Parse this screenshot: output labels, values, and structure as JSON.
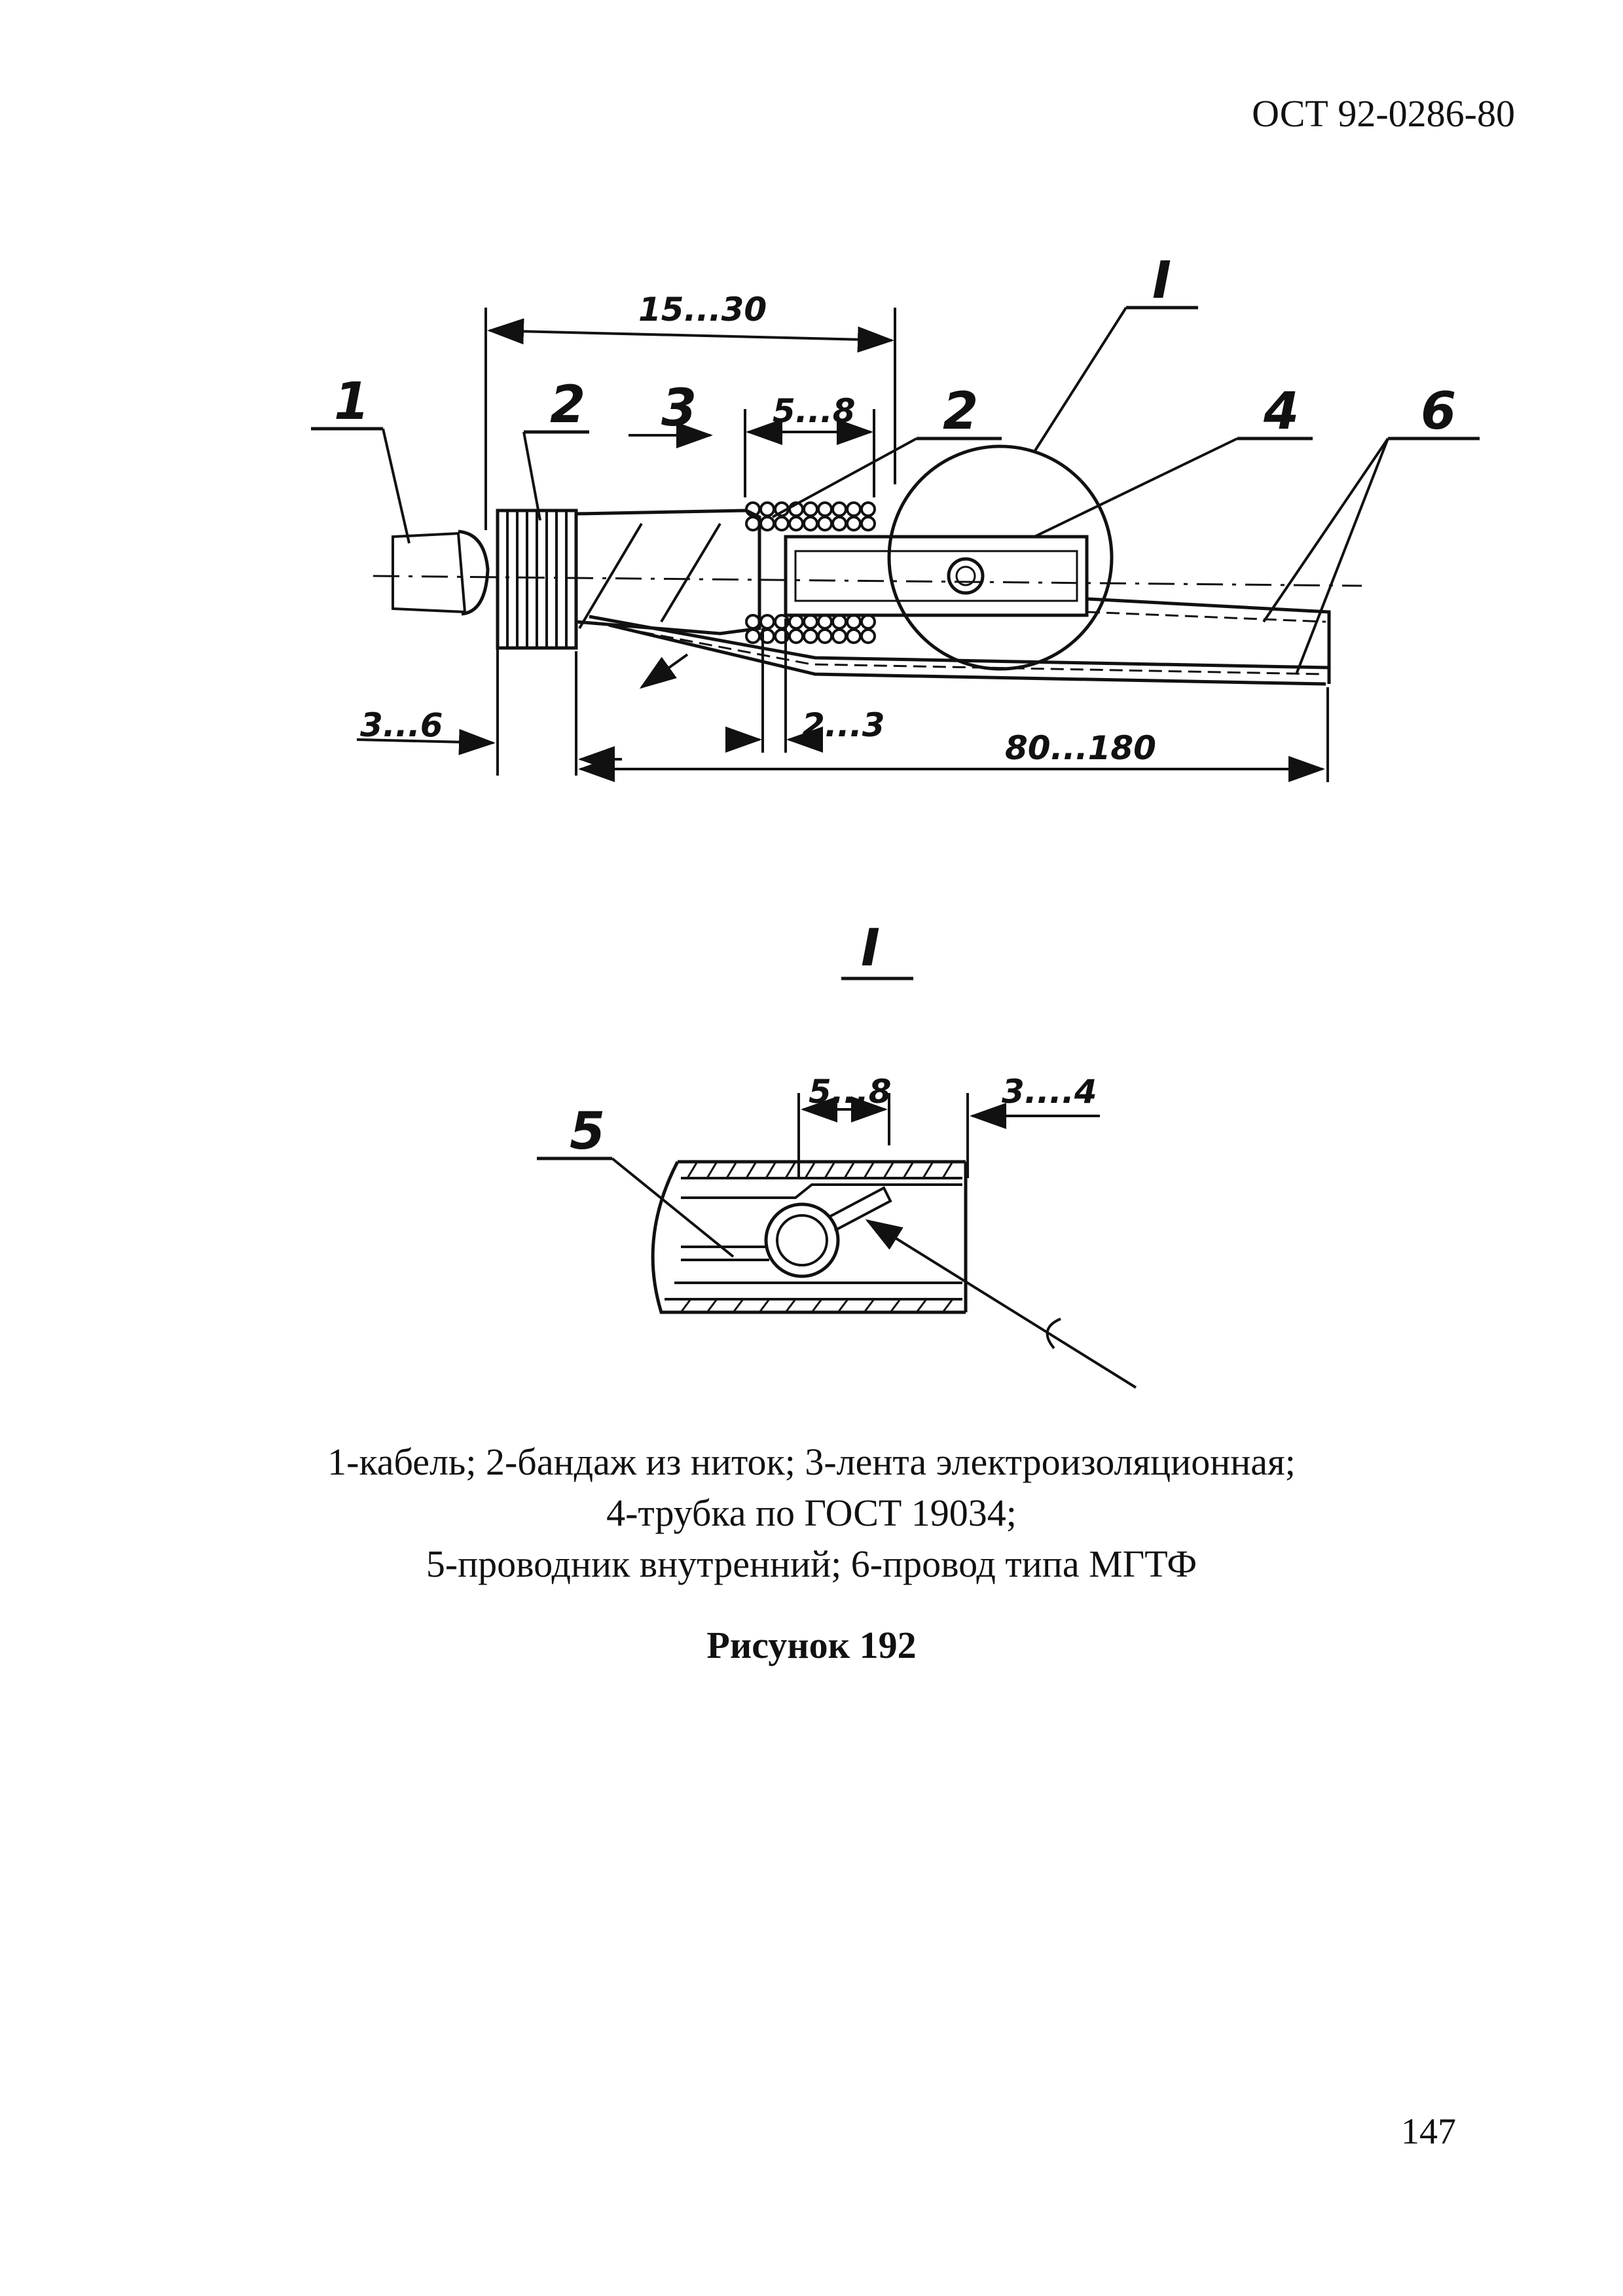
{
  "header": {
    "doc_code": "ОСТ 92-0286-80"
  },
  "drawing": {
    "main_view": {
      "dims": {
        "d1": "15...30",
        "d2": "5...8",
        "d3": "3...6",
        "d4": "2...3",
        "d5": "80...180"
      },
      "leaders": {
        "p1": "1",
        "p2a": "2",
        "p3": "3",
        "p2b": "2",
        "p4": "4",
        "p6": "6",
        "detail": "I"
      }
    },
    "detail_view": {
      "title": "I",
      "dims": {
        "d1": "5...8",
        "d2": "3....4"
      },
      "leaders": {
        "p5": "5"
      }
    }
  },
  "caption": {
    "lines": [
      "1-кабель; 2-бандаж из ниток; 3-лента электроизоляционная;",
      "4-трубка по  ГОСТ 19034;",
      "5-проводник внутренний; 6-провод типа МГТФ"
    ],
    "figure_title": "Рисунок 192"
  },
  "page": {
    "number": "147"
  }
}
